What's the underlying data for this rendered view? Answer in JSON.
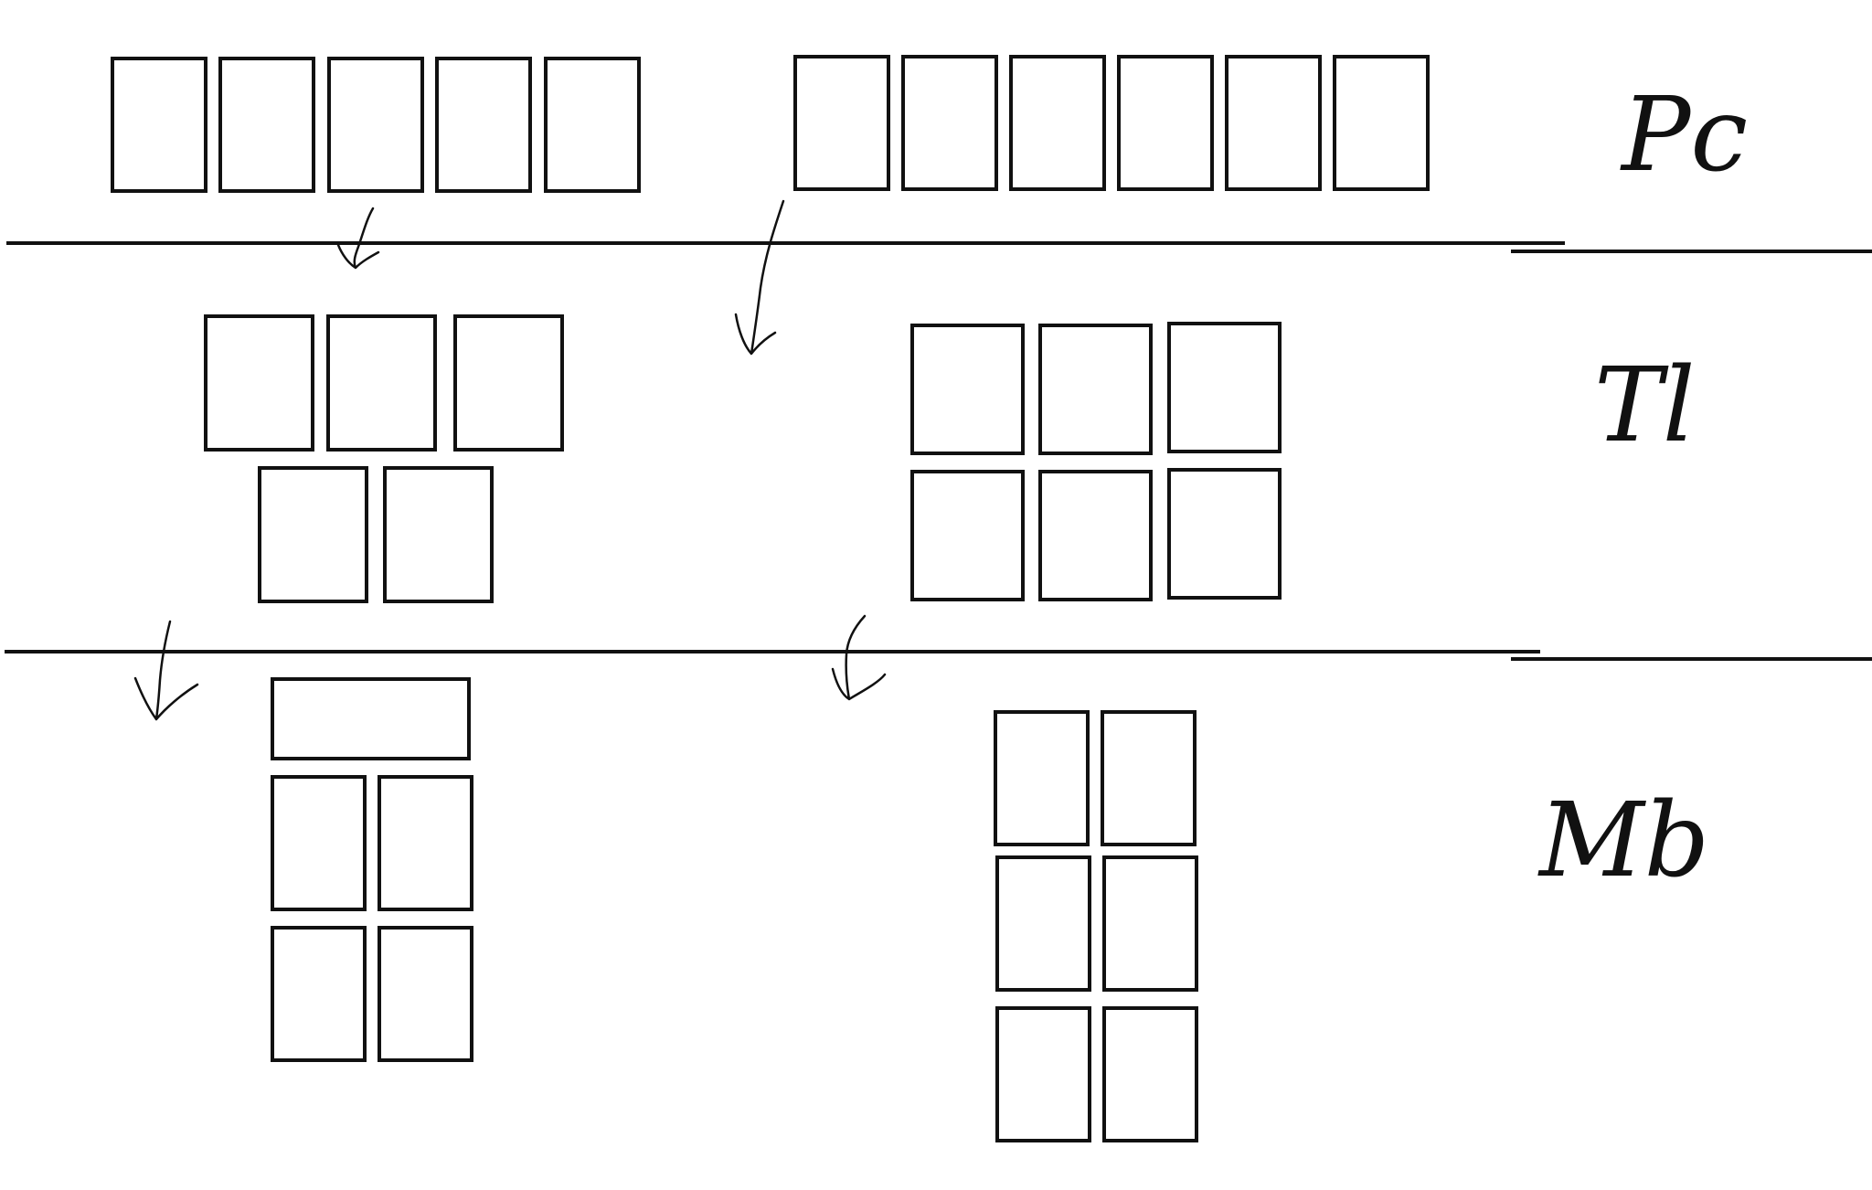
{
  "diagram": {
    "sections": [
      {
        "id": "pc",
        "label": "Pc"
      },
      {
        "id": "tl",
        "label": "Tl"
      },
      {
        "id": "mb",
        "label": "Mb"
      }
    ],
    "groups": [
      {
        "section": "pc",
        "name": "pc-group-left",
        "items": 5
      },
      {
        "section": "pc",
        "name": "pc-group-right",
        "items": 6
      },
      {
        "section": "tl",
        "name": "tl-group-left",
        "items": 5
      },
      {
        "section": "tl",
        "name": "tl-group-right",
        "items": 6
      },
      {
        "section": "mb",
        "name": "mb-group-left",
        "items": 5
      },
      {
        "section": "mb",
        "name": "mb-group-right",
        "items": 6
      }
    ],
    "colors": {
      "stroke": "#111111",
      "background": "#ffffff"
    }
  }
}
